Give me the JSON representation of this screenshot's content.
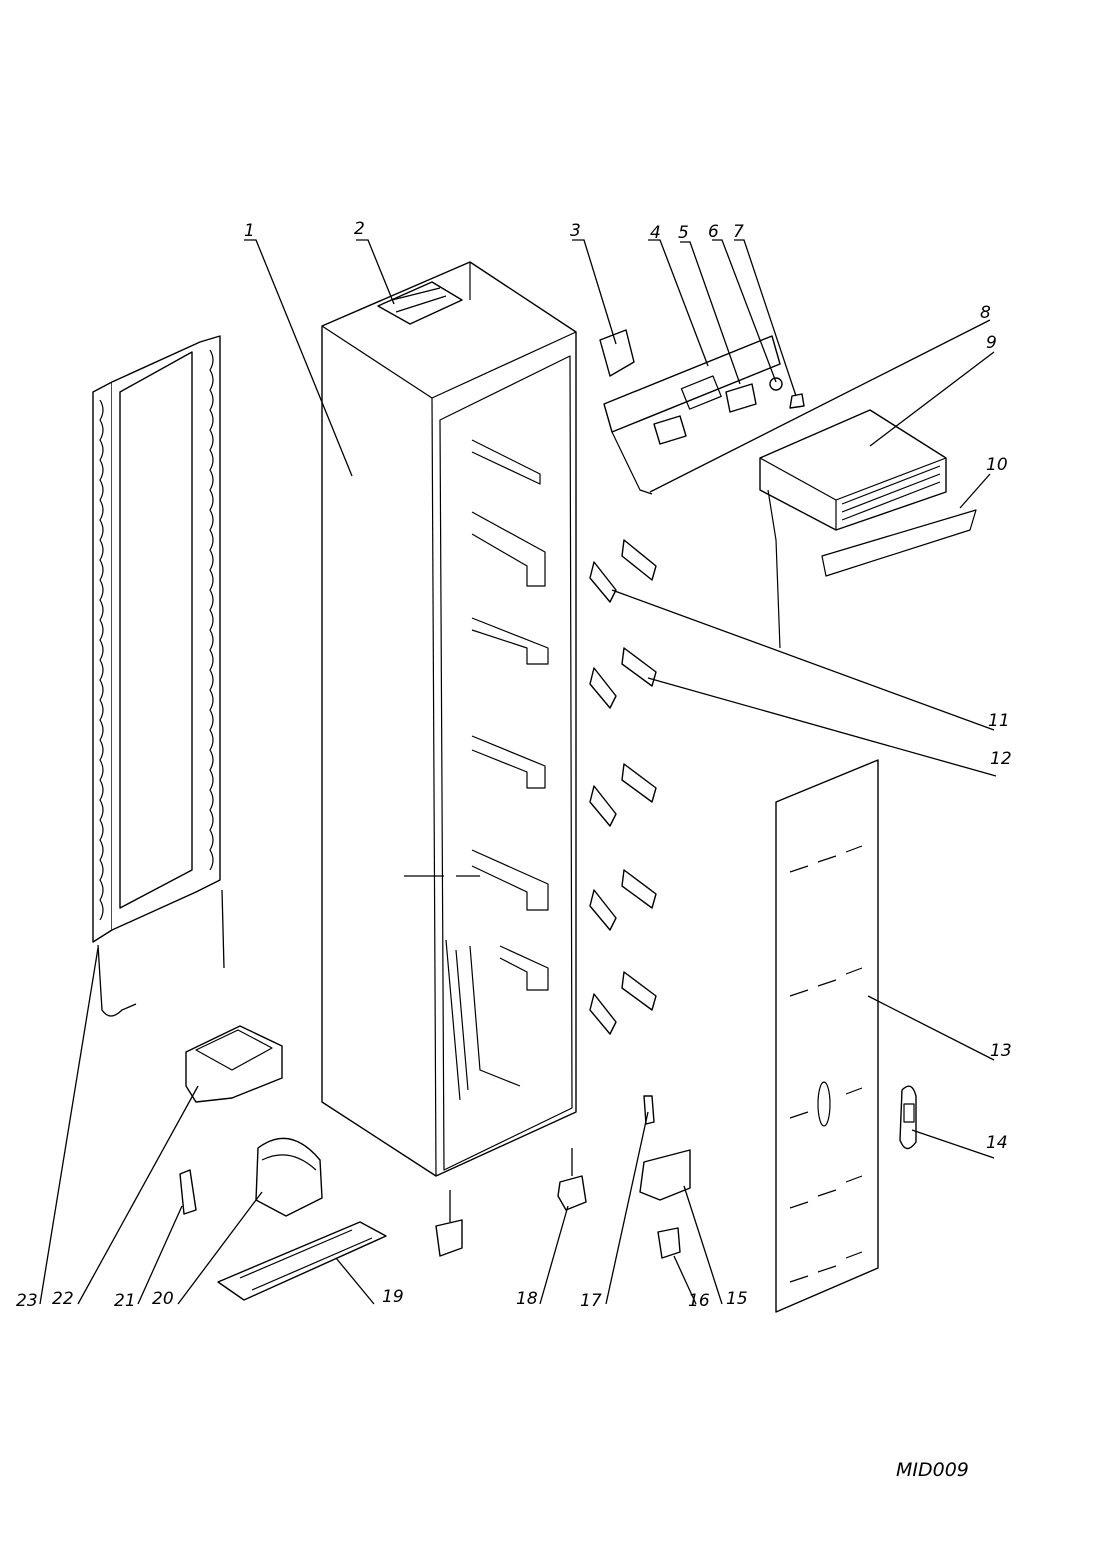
{
  "diagram": {
    "labels": [
      "1",
      "2",
      "3",
      "4",
      "5",
      "6",
      "7",
      "8",
      "9",
      "10",
      "11",
      "12",
      "13",
      "14",
      "15",
      "16",
      "17",
      "18",
      "19",
      "20",
      "21",
      "22",
      "23"
    ],
    "drawing_code": "MID009"
  }
}
